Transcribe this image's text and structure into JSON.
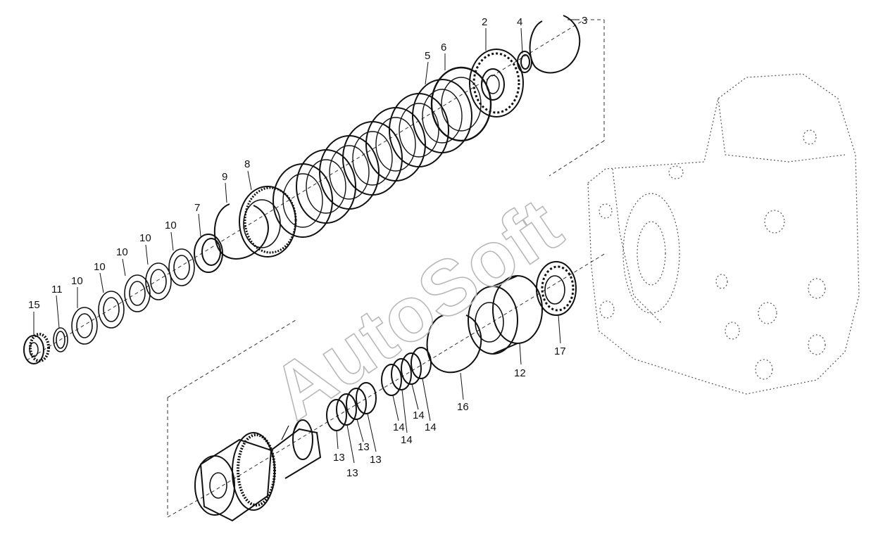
{
  "watermark": "AutoSoft",
  "callouts": {
    "p2": "2",
    "p3": "3",
    "p4": "4",
    "p5": "5",
    "p6": "6",
    "p7": "7",
    "p8": "8",
    "p9": "9",
    "p10a": "10",
    "p10b": "10",
    "p10c": "10",
    "p10d": "10",
    "p10e": "10",
    "p11": "11",
    "p12": "12",
    "p13a": "13",
    "p13b": "13",
    "p13c": "13",
    "p13d": "13",
    "p14a": "14",
    "p14b": "14",
    "p14c": "14",
    "p14d": "14",
    "p15": "15",
    "p16": "16",
    "p17": "17"
  },
  "colors": {
    "ink": "#111111",
    "watermark": "#b8b8b8",
    "background": "#ffffff"
  }
}
